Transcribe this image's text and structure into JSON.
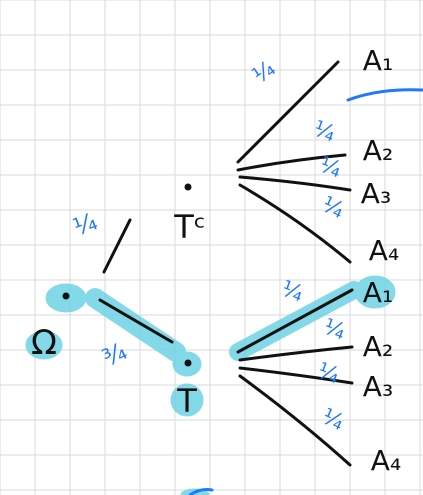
{
  "colors": {
    "grid": "#d9d9d9",
    "ink": "#111111",
    "annotation": "#1f78ff",
    "highlight": "#6fd3e4"
  },
  "root": {
    "label": "Ω"
  },
  "first_level": [
    {
      "label": "T",
      "edge_label": "¾"
    },
    {
      "label": "Tᶜ",
      "edge_label": "¼"
    }
  ],
  "outcomes_upper": [
    {
      "label": "A₁",
      "edge_label": "¼"
    },
    {
      "label": "A₂",
      "edge_label": "¼"
    },
    {
      "label": "A₃",
      "edge_label": "¼"
    },
    {
      "label": "A₄",
      "edge_label": "¼"
    }
  ],
  "outcomes_lower": [
    {
      "label": "A₁",
      "edge_label": "¼"
    },
    {
      "label": "A₂",
      "edge_label": "¼"
    },
    {
      "label": "A₃",
      "edge_label": "¼"
    },
    {
      "label": "A₄",
      "edge_label": "¼"
    }
  ]
}
